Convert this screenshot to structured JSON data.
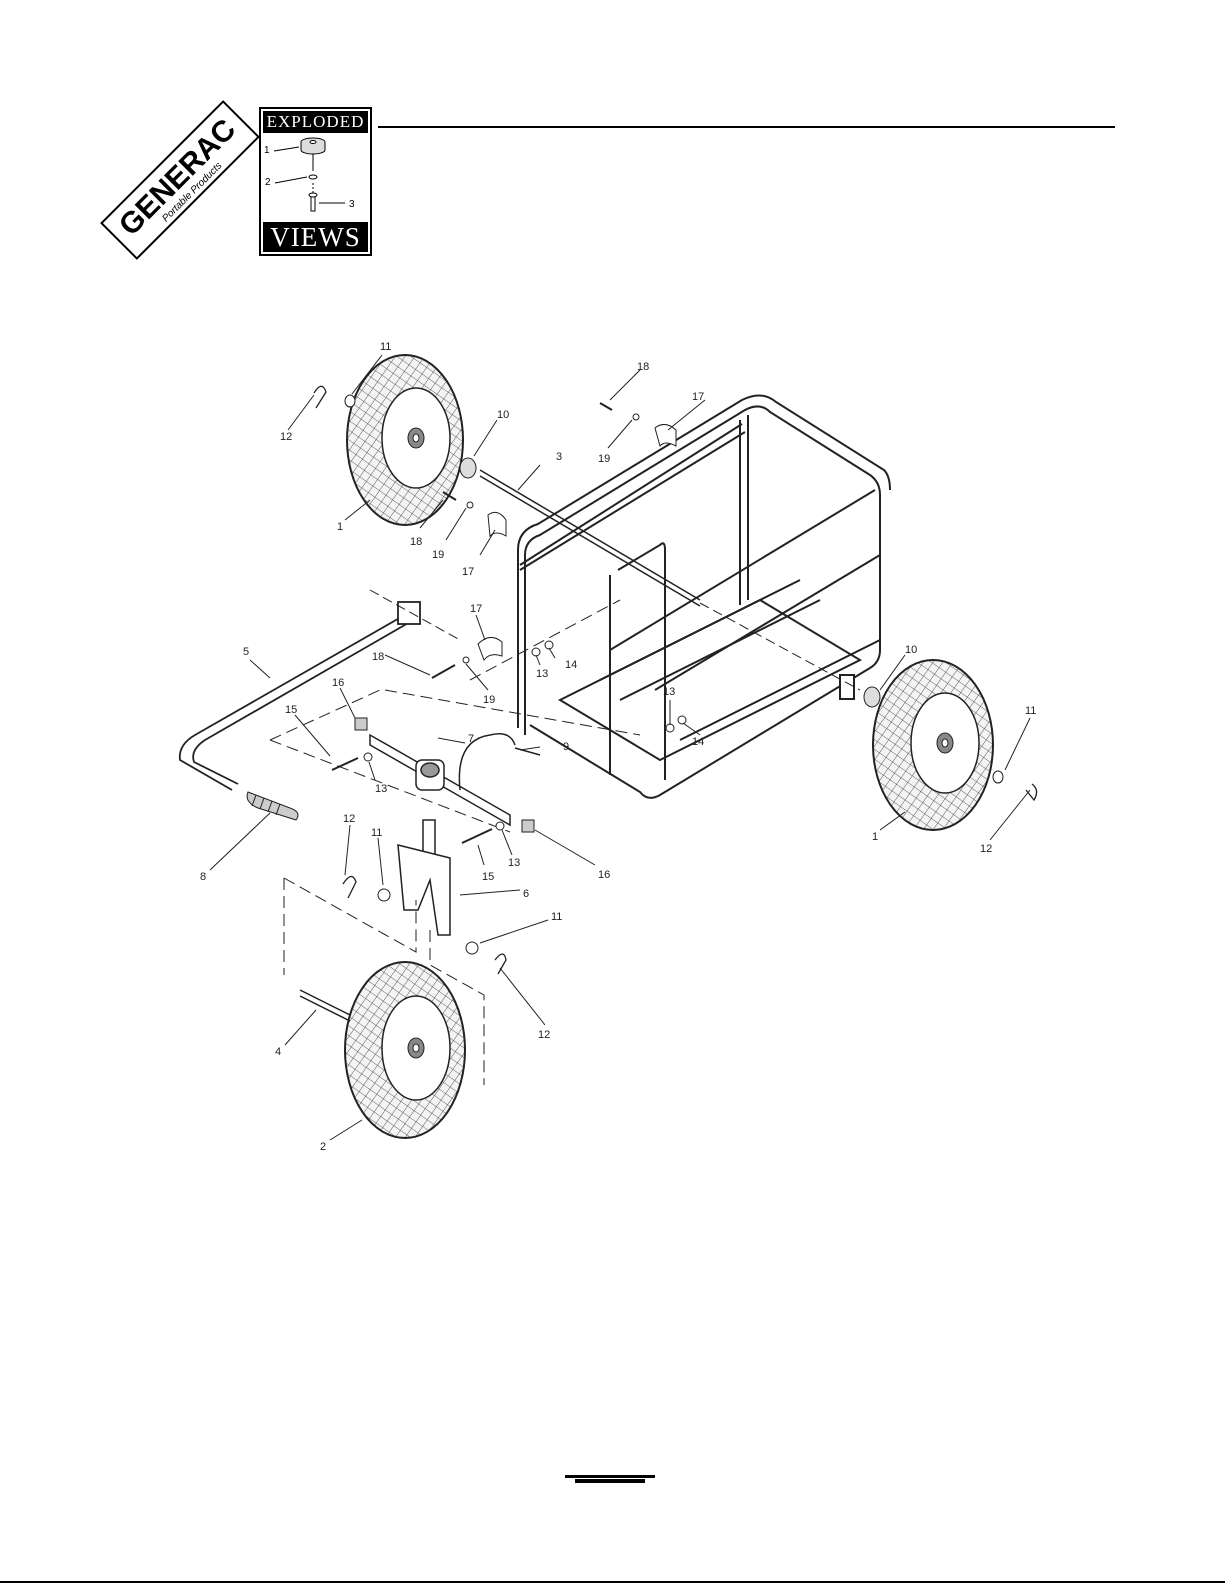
{
  "brand": {
    "name": "GENERAC",
    "tagline": "Portable Products"
  },
  "badge": {
    "top_label": "EXPLODED",
    "bottom_label": "VIEWS",
    "callouts": [
      "1",
      "2",
      "3"
    ]
  },
  "callouts": {
    "c1a": "1",
    "c1b": "1",
    "c2": "2",
    "c3": "3",
    "c4": "4",
    "c5": "5",
    "c6": "6",
    "c7": "7",
    "c8": "8",
    "c9": "9",
    "c10a": "10",
    "c10b": "10",
    "c11a": "11",
    "c11b": "11",
    "c11c": "11",
    "c11d": "11",
    "c12a": "12",
    "c12b": "12",
    "c12c": "12",
    "c12d": "12",
    "c13a": "13",
    "c13b": "13",
    "c13c": "13",
    "c13d": "13",
    "c14a": "14",
    "c14b": "14",
    "c15a": "15",
    "c15b": "15",
    "c16a": "16",
    "c16b": "16",
    "c17a": "17",
    "c17b": "17",
    "c17c": "17",
    "c18a": "18",
    "c18b": "18",
    "c18c": "18",
    "c19a": "19",
    "c19b": "19",
    "c19c": "19"
  }
}
